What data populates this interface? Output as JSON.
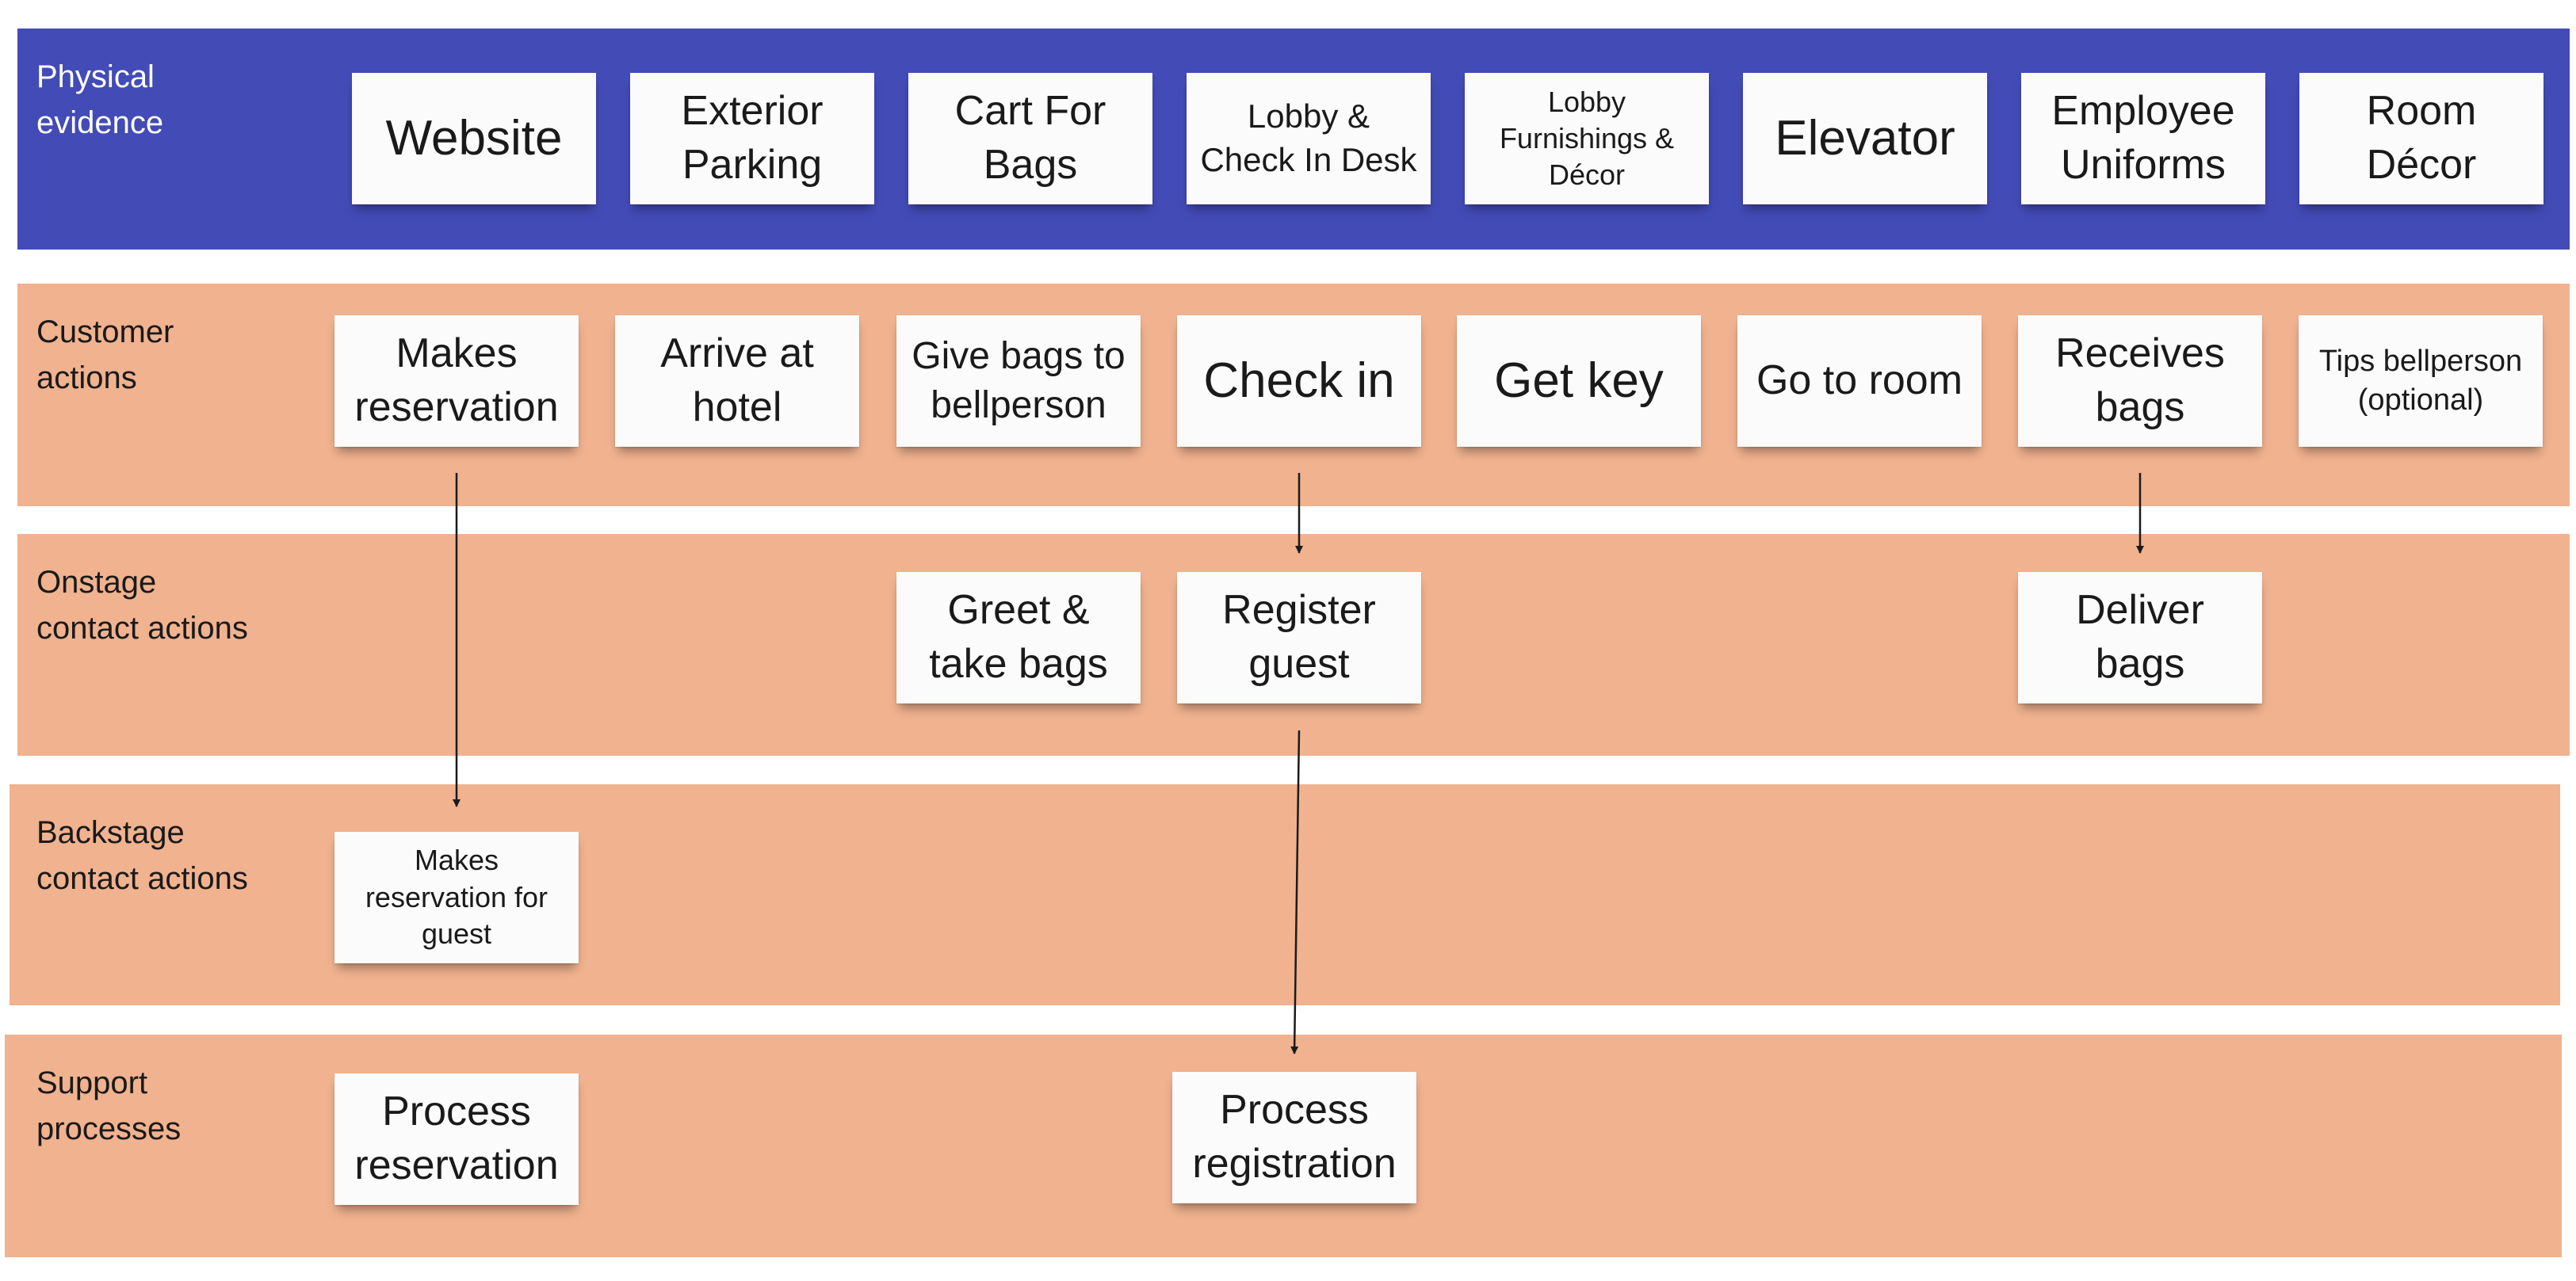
{
  "lanes": {
    "physical_evidence": "Physical\nevidence",
    "customer_actions": "Customer\nactions",
    "onstage_contact_actions": "Onstage\ncontact actions",
    "backstage_contact_actions": "Backstage\ncontact actions",
    "support_processes": "Support\nprocesses"
  },
  "physical_evidence": {
    "website": "Website",
    "exterior_parking": "Exterior\nParking",
    "cart_for_bags": "Cart For\nBags",
    "lobby_check_in_desk": "Lobby &\nCheck In Desk",
    "lobby_furnishings_decor": "Lobby\nFurnishings &\nDécor",
    "elevator": "Elevator",
    "employee_uniforms": "Employee\nUniforms",
    "room_decor": "Room\nDécor"
  },
  "customer_actions": {
    "makes_reservation": "Makes\nreservation",
    "arrive_at_hotel": "Arrive at\nhotel",
    "give_bags_to_bellperson": "Give bags to\nbellperson",
    "check_in": "Check in",
    "get_key": "Get key",
    "go_to_room": "Go to room",
    "receives_bags": "Receives\nbags",
    "tips_bellperson": "Tips bellperson\n(optional)"
  },
  "onstage_contact_actions": {
    "greet_take_bags": "Greet &\ntake bags",
    "register_guest": "Register\nguest",
    "deliver_bags": "Deliver\nbags"
  },
  "backstage_contact_actions": {
    "makes_reservation_for_guest": "Makes\nreservation for\nguest"
  },
  "support_processes": {
    "process_reservation": "Process\nreservation",
    "process_registration": "Process\nregistration"
  },
  "colors": {
    "physical_lane": "#434bb7",
    "action_lane": "#f0b28f",
    "note": "#fbfbfb",
    "arrow": "#1a1a1a"
  }
}
